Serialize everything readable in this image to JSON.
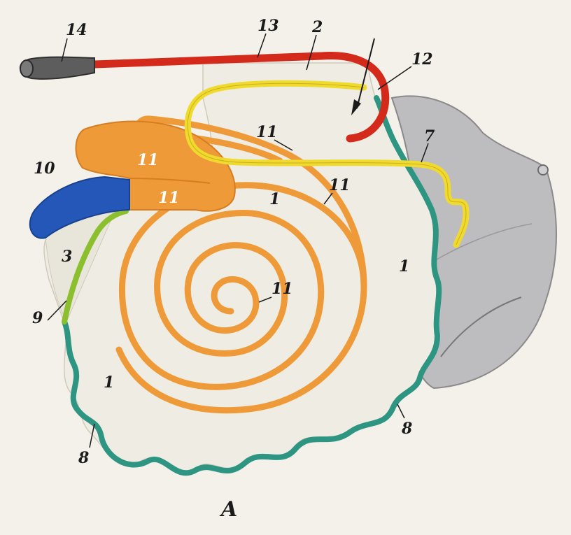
{
  "labels": {
    "l14": "14",
    "l13": "13",
    "l2": "2",
    "l12": "12",
    "l7": "7",
    "l10": "10",
    "l11a": "11",
    "l11b": "11",
    "l11c": "11",
    "l11d": "11",
    "l11e": "11",
    "l1a": "1",
    "l1b": "1",
    "l1c": "1",
    "l3": "3",
    "l9": "9",
    "l8a": "8",
    "l8b": "8"
  },
  "caption": "A",
  "colors": {
    "background": "#f3f1ea",
    "sac": "#efece3",
    "gland": "#bdbcbe",
    "duct_red": "#d32a1c",
    "duct_yellow": "#f1da2e",
    "tube_orange": "#ef9a38",
    "segment_blue": "#2557b8",
    "segment_green": "#8cbf2e",
    "edge_teal": "#2f9583",
    "tip_gray": "#5d5d5d"
  }
}
